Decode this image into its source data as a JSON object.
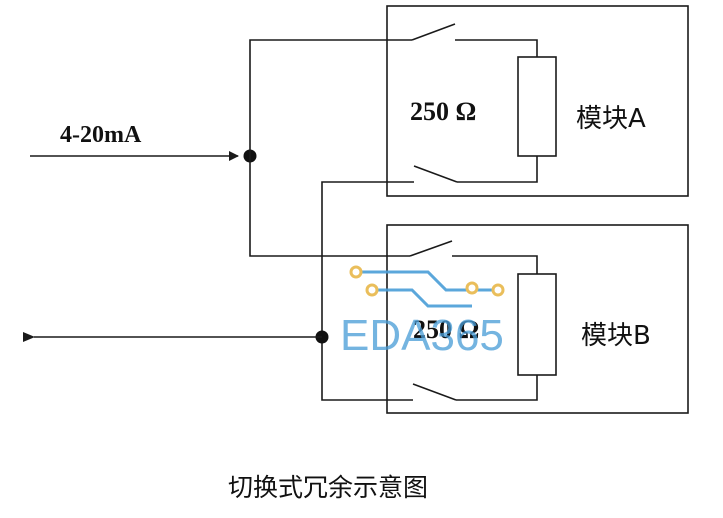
{
  "input_label": "4-20mA",
  "module_a": {
    "name": "模块A",
    "resistor_label": "250 Ω"
  },
  "module_b": {
    "name": "模块B",
    "resistor_label": "250 Ω"
  },
  "caption": "切换式冗余示意图",
  "watermark": {
    "text": "EDA365",
    "color": "#4a9ed8",
    "dot_color": "#e8b84a"
  },
  "colors": {
    "line": "#1a1a1a",
    "background": "#ffffff"
  }
}
